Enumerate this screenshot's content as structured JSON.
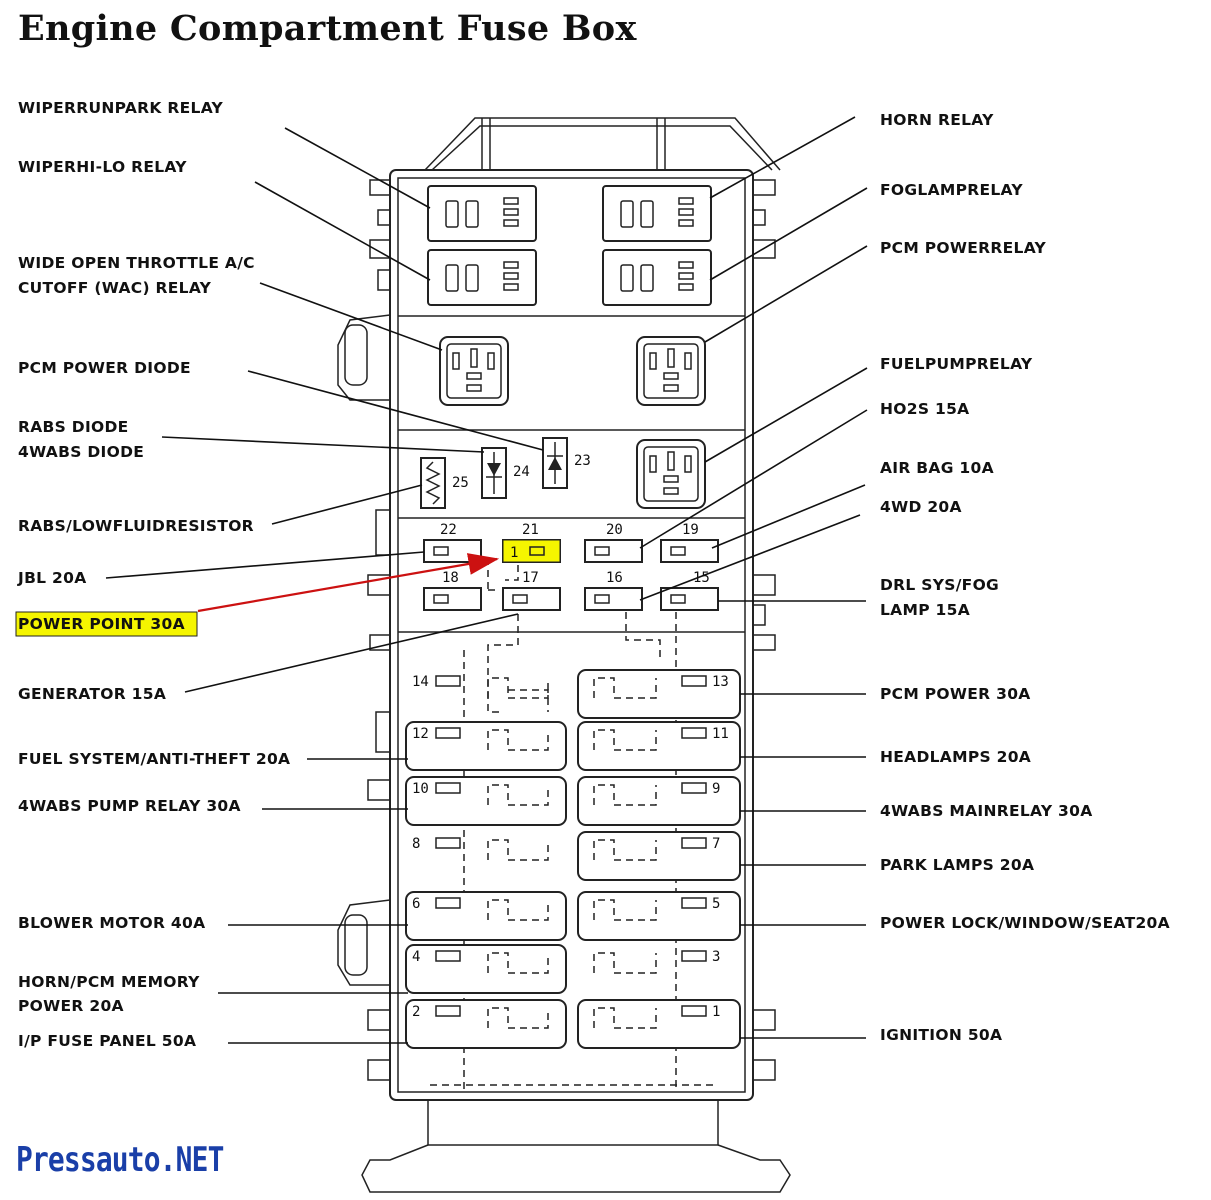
{
  "title": "Engine Compartment Fuse Box",
  "watermark": "Pressauto.NET",
  "left_labels": [
    {
      "id": "wiper-run-park-relay",
      "lines": [
        "WIPERRUNPARK RELAY"
      ]
    },
    {
      "id": "wiper-hi-lo-relay",
      "lines": [
        "WIPERHI-LO RELAY"
      ]
    },
    {
      "id": "wac-relay",
      "lines": [
        "WIDE OPEN THROTTLE A/C",
        "CUTOFF (WAC) RELAY"
      ]
    },
    {
      "id": "pcm-power-diode",
      "lines": [
        "PCM POWER DIODE"
      ]
    },
    {
      "id": "rabs-4wabs-diode",
      "lines": [
        "RABS DIODE",
        "4WABS DIODE"
      ]
    },
    {
      "id": "rabs-low-fluid-resistor",
      "lines": [
        "RABS/LOWFLUIDRESISTOR"
      ]
    },
    {
      "id": "jbl-20a",
      "lines": [
        "JBL 20A"
      ]
    },
    {
      "id": "power-point-30a",
      "lines": [
        "POWER POINT 30A"
      ]
    },
    {
      "id": "generator-15a",
      "lines": [
        "GENERATOR 15A"
      ]
    },
    {
      "id": "fuel-system-anti-theft-20a",
      "lines": [
        "FUEL SYSTEM/ANTI-THEFT 20A"
      ]
    },
    {
      "id": "4wabs-pump-relay-30a",
      "lines": [
        "4WABS PUMP RELAY 30A"
      ]
    },
    {
      "id": "blower-motor-40a",
      "lines": [
        "BLOWER MOTOR 40A"
      ]
    },
    {
      "id": "horn-pcm-memory-power-20a",
      "lines": [
        "HORN/PCM MEMORY",
        "POWER 20A"
      ]
    },
    {
      "id": "ip-fuse-panel-50a",
      "lines": [
        "I/P FUSE PANEL 50A"
      ]
    }
  ],
  "right_labels": [
    {
      "id": "horn-relay",
      "lines": [
        "HORN RELAY"
      ]
    },
    {
      "id": "fog-lamp-relay",
      "lines": [
        "FOGLAMPRELAY"
      ]
    },
    {
      "id": "pcm-power-relay",
      "lines": [
        "PCM POWERRELAY"
      ]
    },
    {
      "id": "fuel-pump-relay",
      "lines": [
        "FUELPUMPRELAY"
      ]
    },
    {
      "id": "ho2s-15a",
      "lines": [
        "HO2S  15A"
      ]
    },
    {
      "id": "air-bag-10a",
      "lines": [
        "AIR BAG 10A"
      ]
    },
    {
      "id": "4wd-20a",
      "lines": [
        "4WD 20A"
      ]
    },
    {
      "id": "drl-sys-fog-lamp-15a",
      "lines": [
        "DRL SYS/FOG",
        "LAMP 15A"
      ]
    },
    {
      "id": "pcm-power-30a",
      "lines": [
        "PCM POWER 30A"
      ]
    },
    {
      "id": "headlamps-20a",
      "lines": [
        "HEADLAMPS 20A"
      ]
    },
    {
      "id": "4wabs-main-relay-30a",
      "lines": [
        "4WABS MAINRELAY 30A"
      ]
    },
    {
      "id": "park-lamps-20a",
      "lines": [
        "PARK LAMPS 20A"
      ]
    },
    {
      "id": "power-lock-window-seat-20a",
      "lines": [
        "POWER LOCK/WINDOW/SEAT20A"
      ]
    },
    {
      "id": "ignition-50a",
      "lines": [
        "IGNITION  50A"
      ]
    }
  ],
  "mini_fuses": [
    "22",
    "21",
    "20",
    "19",
    "18",
    "17",
    "16",
    "15"
  ],
  "highlighted_fuse_text": "1",
  "component_numbers": [
    "25",
    "24",
    "23"
  ],
  "maxi_fuses_left": [
    "14",
    "12",
    "10",
    "8",
    "6",
    "4",
    "2"
  ],
  "maxi_fuses_right": [
    "13",
    "11",
    "9",
    "7",
    "5",
    "3",
    "1"
  ],
  "colors": {
    "highlight": "#f5f500",
    "arrow": "#cc1111",
    "watermark": "#1a3fa8"
  }
}
